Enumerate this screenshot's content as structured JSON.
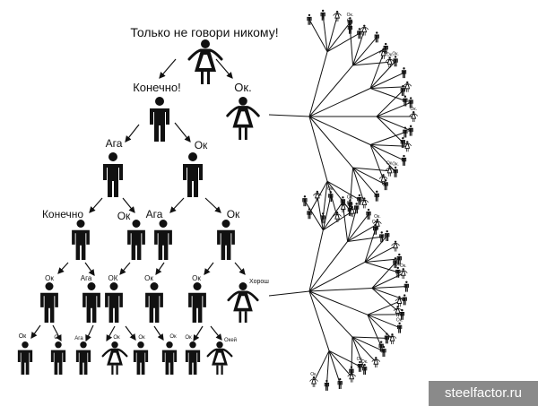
{
  "title": "Только не говори никому!",
  "level1": [
    "Конечно!",
    "Ок."
  ],
  "level2": [
    "Ага",
    "Ок"
  ],
  "level3": [
    "Конечно",
    "Ок",
    "Ага",
    "Ок"
  ],
  "level4": [
    "Ок",
    "Ага",
    "ОК",
    "Ок",
    "Ок",
    "Хорош"
  ],
  "level5": [
    "Ок",
    "Ок",
    "Ага",
    "Ок",
    "Ок",
    "Ок",
    "Ок",
    "Окей"
  ],
  "fan_label": "Ок.",
  "watermark": "steelfactor.ru"
}
